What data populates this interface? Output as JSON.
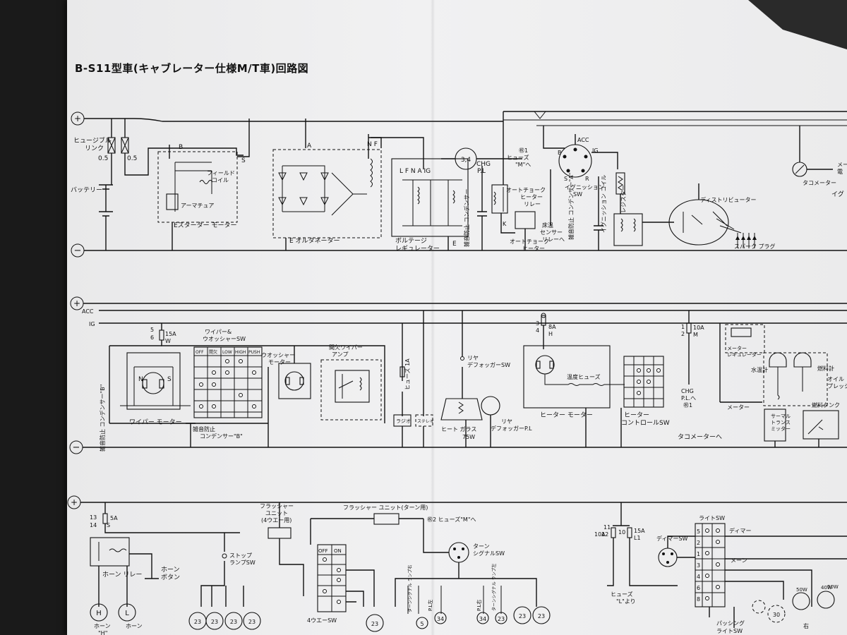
{
  "title": "B-S11型車(キャブレーター仕様M/T車)回路図",
  "rails": {
    "plus": "+",
    "minus": "−",
    "acc": "ACC",
    "ig": "IG"
  },
  "section1": {
    "fusible_link": "ヒュージブル\nリンク",
    "fl_rating_a": "0.5",
    "fl_rating_b": "0.5",
    "battery": "バッテリー",
    "starter_b": "B",
    "starter_s": "S",
    "field_coil": "フィールド\nコイル",
    "armature": "アーマチュア",
    "starter_motor": "Eスターター モーター",
    "alt_a": "A",
    "alt_n": "N",
    "alt_f": "F",
    "alternator": "E オルタネーター",
    "reg_terms": "L  F N A IG",
    "regulator": "ボルテージ\nレギュレーター",
    "reg_e": "E",
    "chg_num": "3,4",
    "chg_label": "CHG\nP.L",
    "fuse_m": "㊗1\nヒューズ\n\"M\"へ",
    "condenser1": "雑音防止\nコンデンサー",
    "auto_choke_relay": "オートチョーク\nヒーター\nリレー",
    "floor_sensor": "床温\nセンサー\nリレーへ",
    "auto_choke_heater": "オートチョーク\nヒーター",
    "ign_acc": "ACC",
    "ign_b": "B",
    "ign_ig": "IG",
    "ign_s": "S",
    "ign_r": "R",
    "ignition_sw": "イグニッション\nSW",
    "condenser_a": "雑音防止\nコンデンサー\"A\"",
    "ignition_coil": "イグニッション\nコイル",
    "resistor": "レジスター",
    "distributor": "ディストリビューター",
    "spark_plug": "スパーク プラグ",
    "tacho": "タコメーター",
    "tacho_edge": "イグ",
    "meter_edge": "メー\n電"
  },
  "section2": {
    "fuse_5_6": "5\n6",
    "fuse_15a": "15A\nW",
    "wiper_washer_sw": "ワイパー&\nウオッシャーSW",
    "sw_cols": [
      "OFF",
      "間欠",
      "LOW",
      "HIGH",
      "PUSH"
    ],
    "washer_motor": "ウオッシャー\nモーター",
    "int_amp": "間欠ワイパー\nアンプ",
    "wiper_motor": "ワイパー モーター",
    "condenser_b_side": "雑音防止\nコンデンサー\"B\"",
    "condenser_b": "雑音防止\nコンデンサー\"B\"",
    "fuse_1a": "ヒューズ\n1A",
    "radio": "ラジオ",
    "stereo": "ステレオ",
    "rear_defog_sw": "リヤ\nデフォッガーSW",
    "heat_glass": "ヒート ガラス\n75W",
    "rear_defog_pl": "リヤ\nデフォッガーP.L",
    "fuse_3_4": "3\n4",
    "fuse_8a": "8A\nH",
    "heater_motor": "ヒーター モーター",
    "temp_fuse": "温度ヒューズ",
    "heater_control_sw": "ヒーター\nコントロールSW",
    "fuse_1_2": "1\n2",
    "fuse_10a": "10A\nM",
    "chg_pl": "CHG\nP.L.へ\n㊗1",
    "tacho_to": "タコメーターへ",
    "meter_reg": "メーター\nレギュレーター",
    "water_temp": "水温計",
    "fuel_gauge": "燃料計",
    "oil_press": "オイル\nプレッシ",
    "meter": "メーター",
    "thermal": "サーマル\nトランス\nミッター",
    "fuel_tank": "燃料タンク"
  },
  "section3": {
    "fuse_13_14": "13\n14",
    "fuse_5a_s": "5A\nS",
    "horn_relay": "ホーン リレー",
    "horn_button": "ホーン\nボタン",
    "horn_h_sym": "H",
    "horn_l_sym": "L",
    "horn_h": "ホーン\n\"H\"",
    "horn_l": "ホーン",
    "stop_lamp_sw": "ストップ\nランプSW",
    "flasher_4way": "フラッシャー\nユニット\n(4ウエー用)",
    "flasher_turn": "フラッシャー ユニット(ターン用)",
    "fuse_m2": "㊗2 ヒューズ\"M\"へ",
    "sw_off": "OFF",
    "sw_on": "ON",
    "fourway_sw": "4ウエーSW",
    "turn_signal_sw": "ターン\nシグナルSW",
    "connectors": [
      "23",
      "23",
      "23",
      "23"
    ],
    "conn_mid": [
      "23",
      "5",
      "34"
    ],
    "conn_right": [
      "34",
      "23",
      "23",
      "23"
    ],
    "pl_left": "P.L左",
    "pl_right": "P.L右",
    "turn_lamp_r": "ターンシグナル ランプ右",
    "turn_lamp_l": "ターンシグナル ランプ左",
    "fuse_11_12": "11\n12",
    "fuse_10a_l": "10A",
    "fuse_15a_l": "15A\nL1",
    "dimmer_sw": "ディマーSW",
    "light_sw": "ライトSW",
    "dimmer_edge": "ディマー",
    "fuse_to": "ヒューズ\n\"L\"より",
    "passing_light_sw": "パッシング\nライトSW",
    "meter_edge": "メーン",
    "w50": "50W",
    "w40": "40W",
    "w50b": "50W",
    "right": "右",
    "conn30": "30",
    "lsw_rows": [
      "5",
      "2",
      "1",
      "3",
      "4",
      "6",
      "8"
    ]
  }
}
